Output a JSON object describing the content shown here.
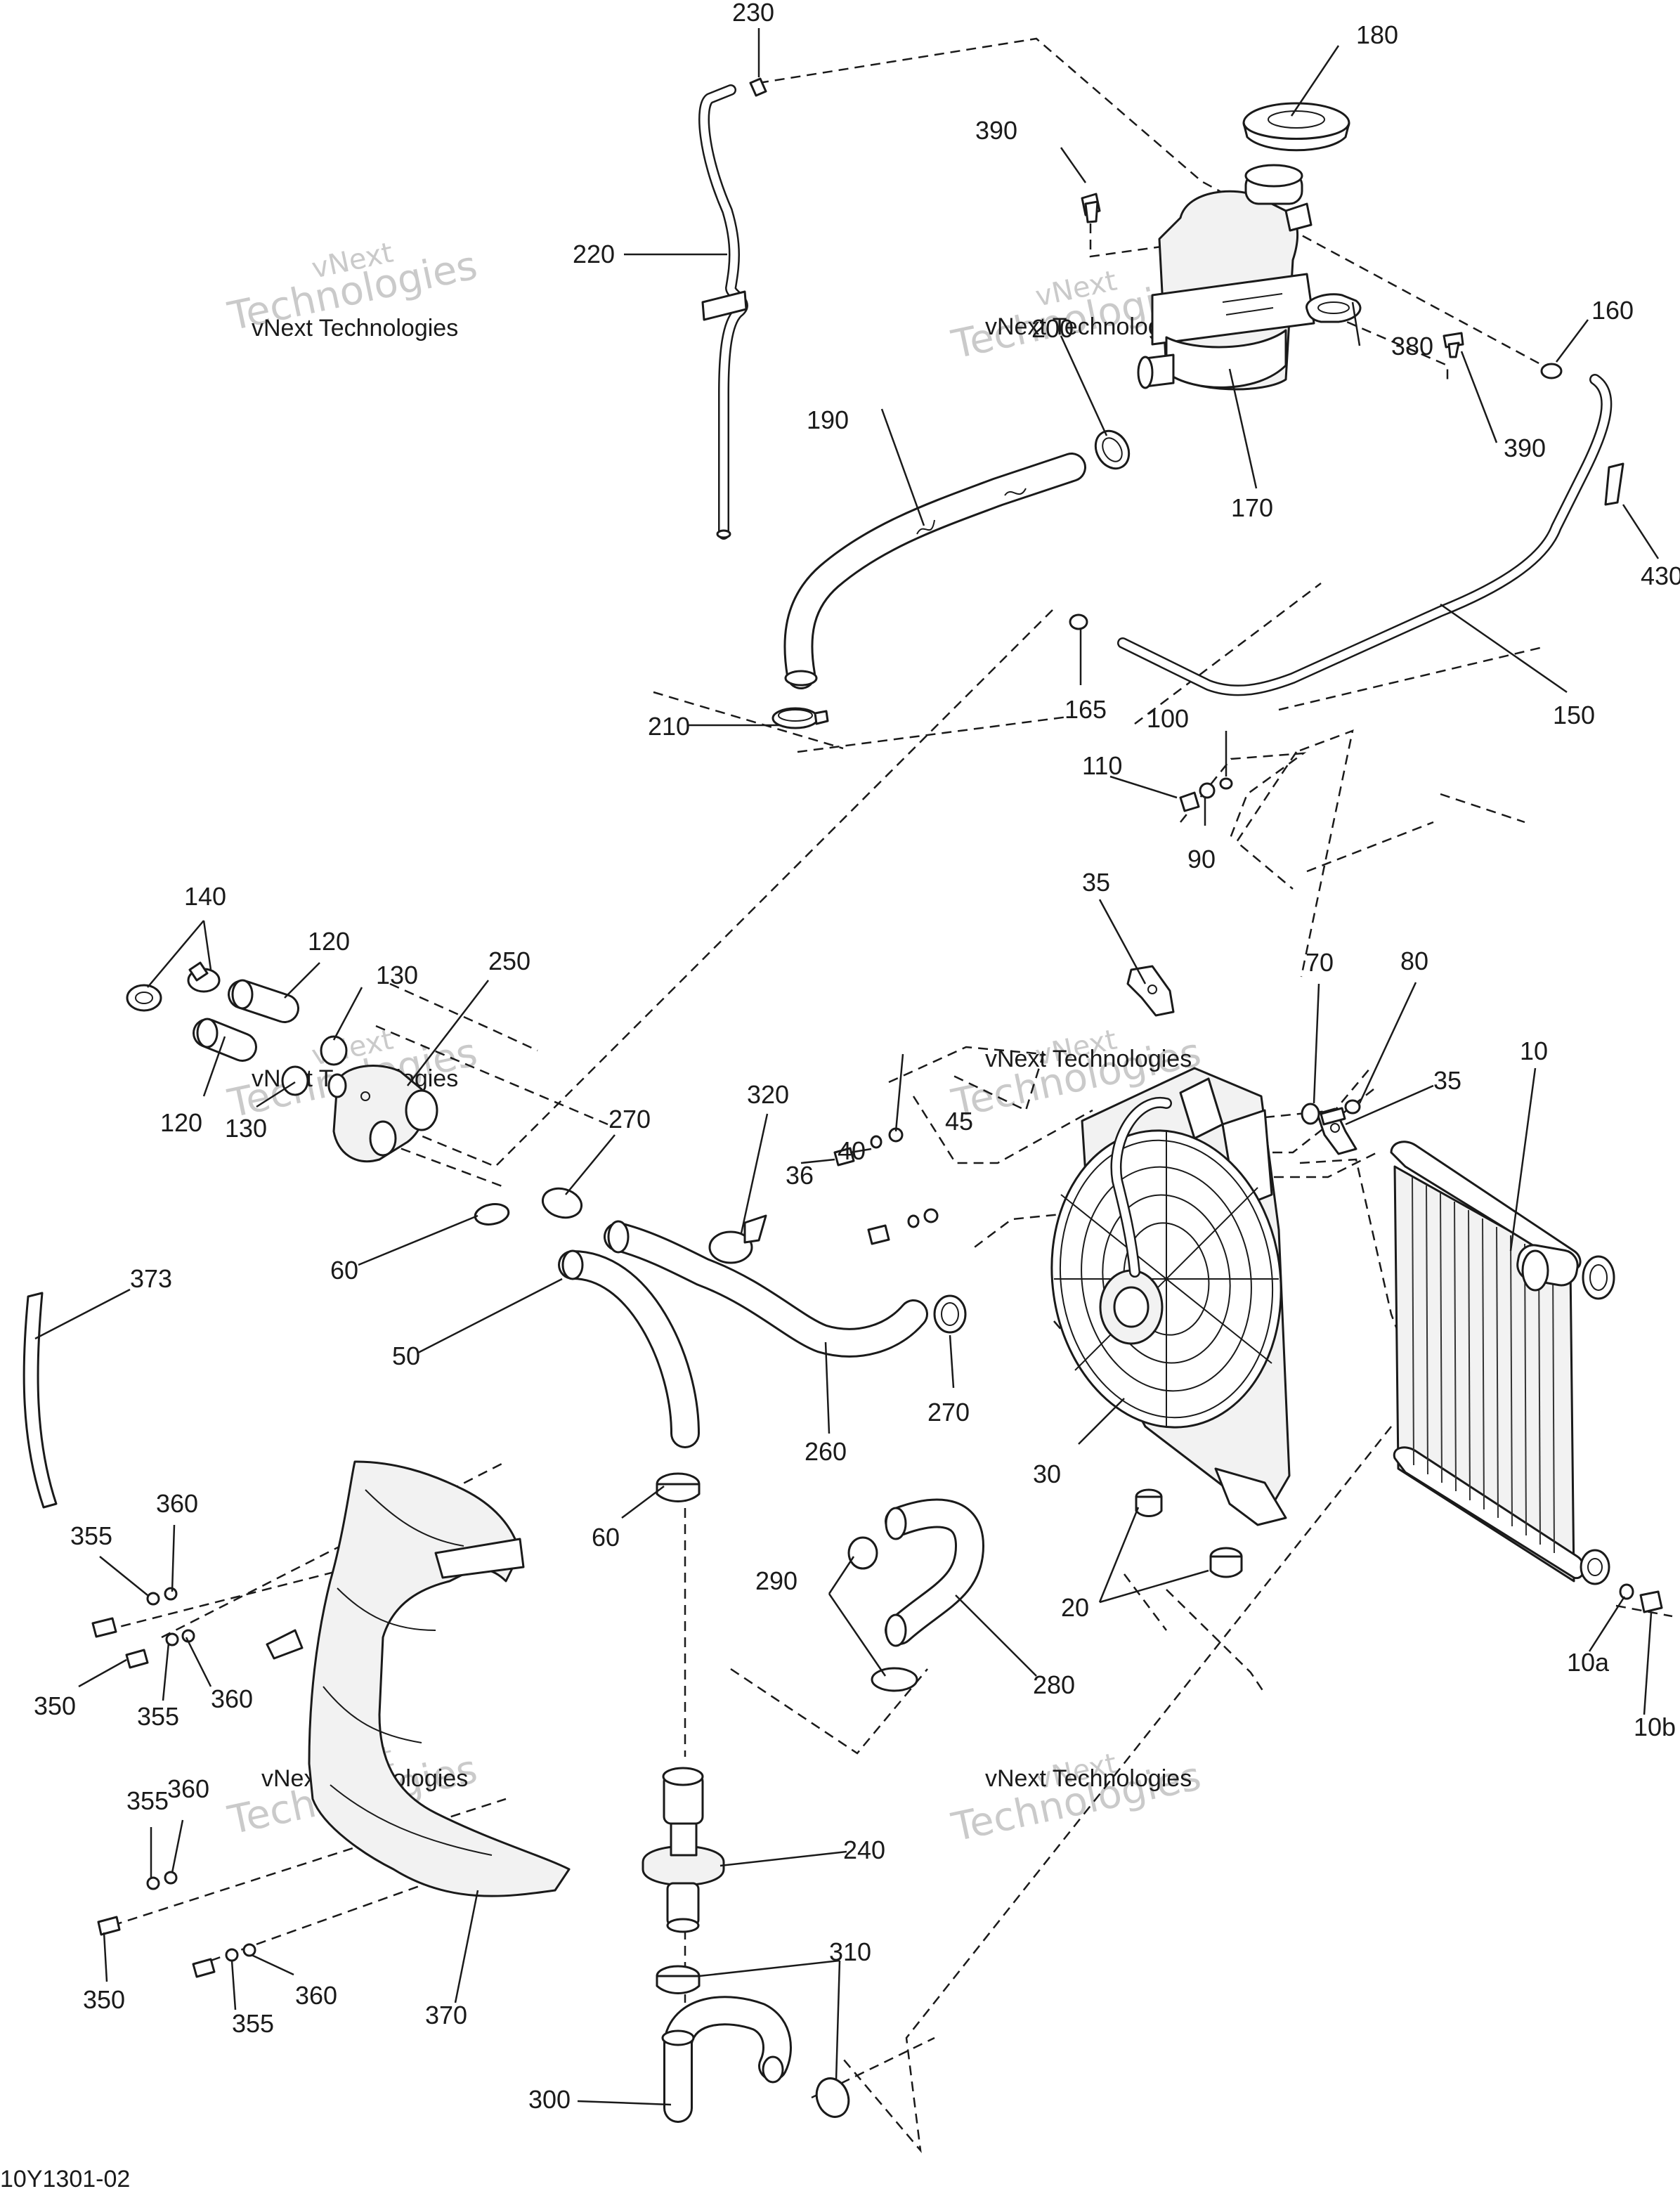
{
  "watermark": {
    "line1": "vNext Technologies",
    "line2": "vNext",
    "line3": "Technologies"
  },
  "reference_code": "10Y1301-02",
  "callouts": {
    "c230": "230",
    "c180": "180",
    "c390a": "390",
    "c220": "220",
    "c200": "200",
    "c380": "380",
    "c160": "160",
    "c390b": "390",
    "c190": "190",
    "c170": "170",
    "c430": "430",
    "c210": "210",
    "c165": "165",
    "c150": "150",
    "c100": "100",
    "c110": "110",
    "c90": "90",
    "c140": "140",
    "c120a": "120",
    "c130a": "130",
    "c250": "250",
    "c120b": "120",
    "c130b": "130",
    "c35a": "35",
    "c70": "70",
    "c80": "80",
    "c10": "10",
    "c35b": "35",
    "c320": "320",
    "c270a": "270",
    "c45": "45",
    "c40": "40",
    "c36": "36",
    "c60a": "60",
    "c373": "373",
    "c50": "50",
    "c260": "260",
    "c270b": "270",
    "c30": "30",
    "c360a": "360",
    "c355a": "355",
    "c60b": "60",
    "c290": "290",
    "c280": "280",
    "c20": "20",
    "c10a": "10a",
    "c350a": "350",
    "c355b": "355",
    "c360b": "360",
    "c10b": "10b",
    "c355c": "355",
    "c360c": "360",
    "c240": "240",
    "c310": "310",
    "c350b": "350",
    "c360d": "360",
    "c355d": "355",
    "c370": "370",
    "c300": "300"
  }
}
